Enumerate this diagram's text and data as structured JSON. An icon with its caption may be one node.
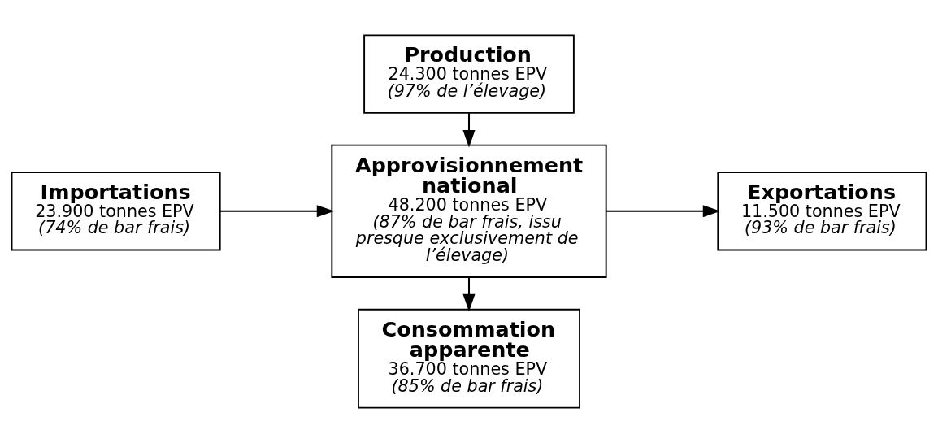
{
  "diagram": {
    "nodes": [
      {
        "text": [
          "Production",
          "24.300 tonnes EPV",
          "(97% de l’élevage)"
        ]
      },
      {
        "text": [
          "Importations",
          "23.900 tonnes EPV",
          "(74% de bar frais)"
        ]
      },
      {
        "text": [
          "Approvisionnement national",
          "48.200 tonnes EPV",
          "(87% de bar frais, issu presque exclusivement de l’élevage)"
        ]
      },
      {
        "text": [
          "Exportations",
          "11.500 tonnes EPV",
          "(93% de bar frais)"
        ]
      },
      {
        "text": [
          "Consommation apparente",
          "36.700 tonnes EPV",
          "(85% de bar frais)"
        ]
      }
    ],
    "edges": [
      {
        "from": 0,
        "to": 2,
        "arrow": "to"
      },
      {
        "from": 1,
        "to": 2,
        "arrow": "to"
      },
      {
        "from": 2,
        "to": 3,
        "arrow": "to"
      },
      {
        "from": 2,
        "to": 4,
        "arrow": "to"
      }
    ]
  }
}
